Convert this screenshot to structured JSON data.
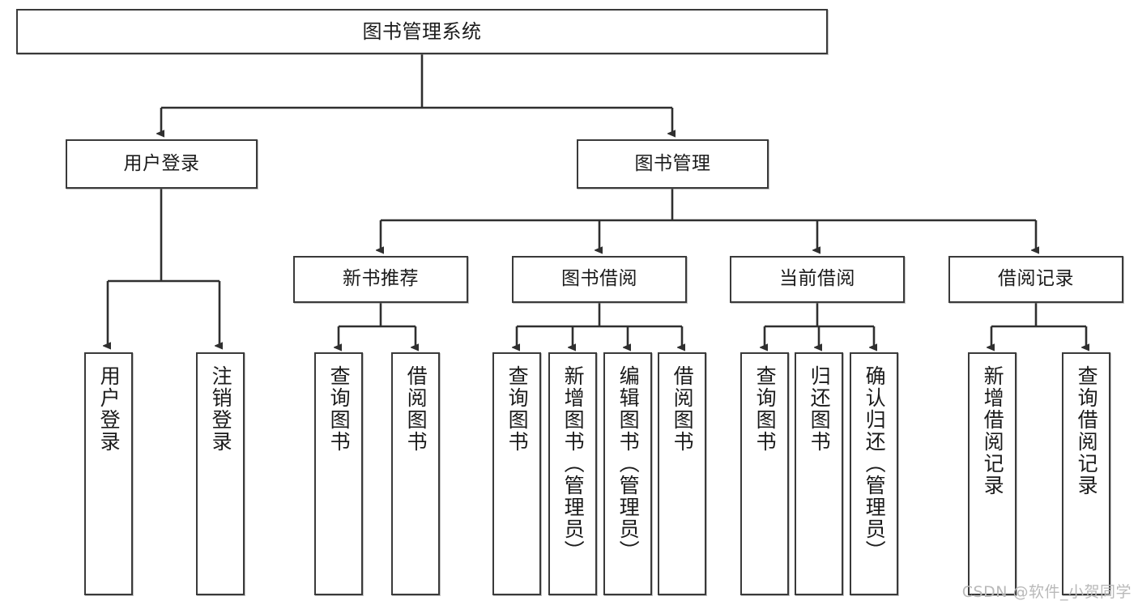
{
  "diagram": {
    "title": "图书管理系统",
    "type": "tree-hierarchy",
    "orientation": "top-down",
    "colors": {
      "box_border": "#3a3a3a",
      "box_fill": "#ffffff",
      "edge": "#2f2f2f",
      "text": "#1b1b1b",
      "watermark": "#b9b9b9"
    }
  },
  "root": {
    "label": "图书管理系统"
  },
  "level1": [
    {
      "id": "user-login",
      "label": "用户登录"
    },
    {
      "id": "book-manage",
      "label": "图书管理"
    }
  ],
  "level2": [
    {
      "id": "new-book-recommend",
      "label": "新书推荐",
      "parent": "book-manage"
    },
    {
      "id": "book-borrow",
      "label": "图书借阅",
      "parent": "book-manage"
    },
    {
      "id": "current-borrow",
      "label": "当前借阅",
      "parent": "book-manage"
    },
    {
      "id": "borrow-record",
      "label": "借阅记录",
      "parent": "book-manage"
    }
  ],
  "leaves": {
    "user_login": [
      {
        "id": "leaf-user-login",
        "label": "用户登录"
      },
      {
        "id": "leaf-logout",
        "label": "注销登录"
      }
    ],
    "new_book_recommend": [
      {
        "id": "leaf-query-book-1",
        "label": "查询图书"
      },
      {
        "id": "leaf-borrow-book-1",
        "label": "借阅图书"
      }
    ],
    "book_borrow": [
      {
        "id": "leaf-query-book-2",
        "label": "查询图书"
      },
      {
        "id": "leaf-add-book",
        "label": "新增图书（管理员）"
      },
      {
        "id": "leaf-edit-book",
        "label": "编辑图书（管理员）"
      },
      {
        "id": "leaf-borrow-book-2",
        "label": "借阅图书"
      }
    ],
    "current_borrow": [
      {
        "id": "leaf-query-book-3",
        "label": "查询图书"
      },
      {
        "id": "leaf-return-book",
        "label": "归还图书"
      },
      {
        "id": "leaf-confirm-return",
        "label": "确认归还（管理员）"
      }
    ],
    "borrow_record": [
      {
        "id": "leaf-add-record",
        "label": "新增借阅记录"
      },
      {
        "id": "leaf-query-record",
        "label": "查询借阅记录"
      }
    ]
  },
  "watermark": {
    "text": "CSDN @软件_小贺同学"
  }
}
